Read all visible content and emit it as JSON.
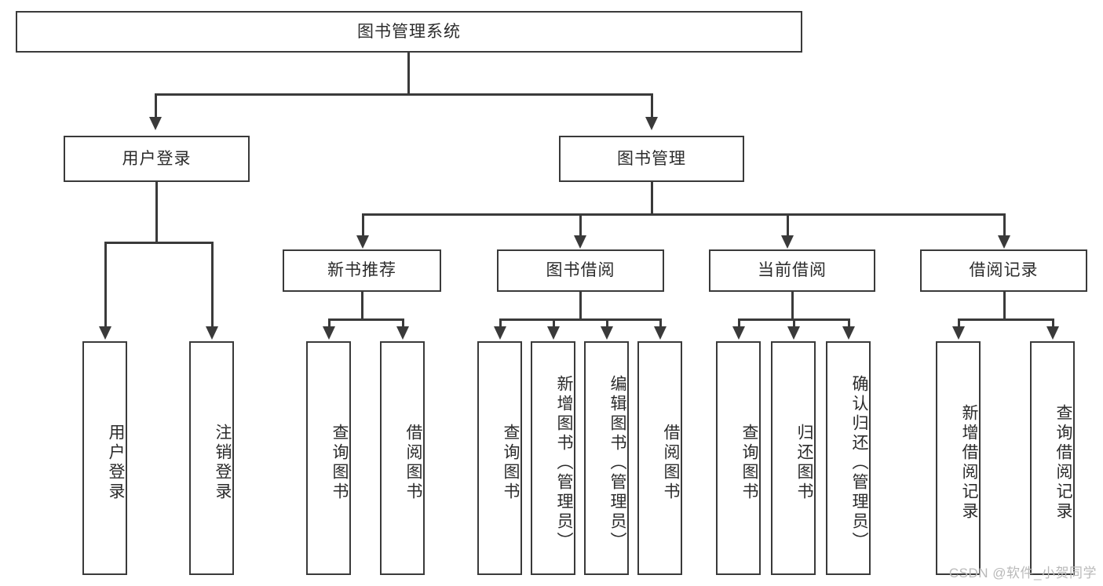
{
  "diagram": {
    "title": "图书管理系统",
    "type": "tree-hierarchy-chart",
    "root": {
      "id": "root",
      "label": "图书管理系统"
    },
    "level2": [
      {
        "id": "user-login",
        "label": "用户登录"
      },
      {
        "id": "book-manage",
        "label": "图书管理"
      }
    ],
    "level3": [
      {
        "id": "new-book-recommend",
        "label": "新书推荐"
      },
      {
        "id": "book-borrow",
        "label": "图书借阅"
      },
      {
        "id": "current-borrow",
        "label": "当前借阅"
      },
      {
        "id": "borrow-record",
        "label": "借阅记录"
      }
    ],
    "leaves": {
      "user_login": [
        {
          "id": "leaf-user-login",
          "label": "用户登录"
        },
        {
          "id": "leaf-logout-login",
          "label": "注销登录"
        }
      ],
      "new_book_recommend": [
        {
          "id": "leaf-query-book-1",
          "label": "查询图书"
        },
        {
          "id": "leaf-borrow-book-1",
          "label": "借阅图书"
        }
      ],
      "book_borrow": [
        {
          "id": "leaf-query-book-2",
          "label": "查询图书"
        },
        {
          "id": "leaf-add-book",
          "label": "新增图书（管理员）"
        },
        {
          "id": "leaf-edit-book",
          "label": "编辑图书（管理员）"
        },
        {
          "id": "leaf-borrow-book-2",
          "label": "借阅图书"
        }
      ],
      "current_borrow": [
        {
          "id": "leaf-query-book-3",
          "label": "查询图书"
        },
        {
          "id": "leaf-return-book",
          "label": "归还图书"
        },
        {
          "id": "leaf-confirm-return",
          "label": "确认归还（管理员）"
        }
      ],
      "borrow_record": [
        {
          "id": "leaf-add-record",
          "label": "新增借阅记录"
        },
        {
          "id": "leaf-query-record",
          "label": "查询借阅记录"
        }
      ]
    }
  },
  "watermark": {
    "text": "CSDN @软件_小贺同学"
  },
  "colors": {
    "stroke": "#3a3a3a",
    "text": "#2b2b2b",
    "background": "#ffffff",
    "watermark": "#b9b9b9"
  }
}
